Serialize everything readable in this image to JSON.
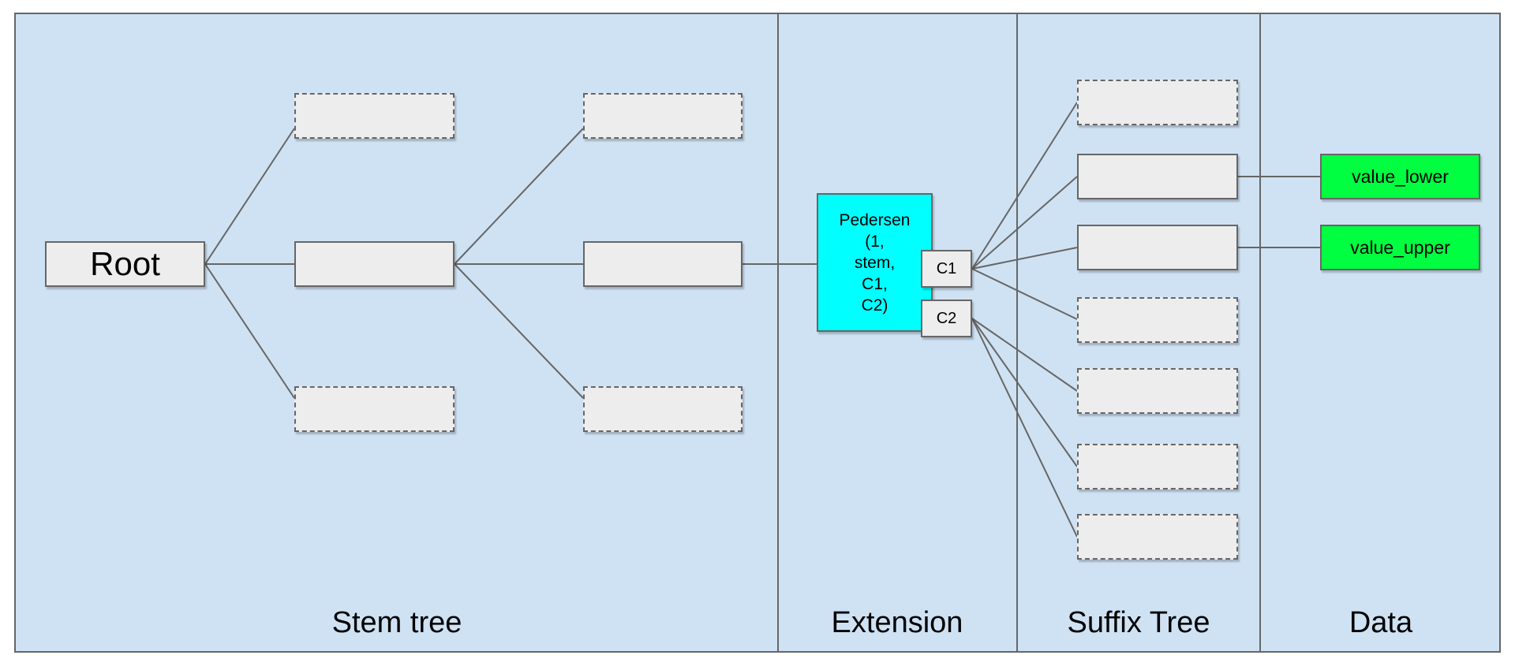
{
  "sections": [
    {
      "label": "Stem tree"
    },
    {
      "label": "Extension"
    },
    {
      "label": "Suffix Tree"
    },
    {
      "label": "Data"
    }
  ],
  "nodes": {
    "root": {
      "label": "Root"
    },
    "pedersen": {
      "label": "Pedersen (1, stem, C1, C2)",
      "lines": [
        "Pedersen",
        "(1,",
        "stem,",
        "C1,",
        "C2)"
      ]
    },
    "c1": {
      "label": "C1"
    },
    "c2": {
      "label": "C2"
    },
    "value_lower": {
      "label": "value_lower"
    },
    "value_upper": {
      "label": "value_upper"
    }
  },
  "colors": {
    "canvas_bg": "#ffffff",
    "panel_fill": "#cfe2f3",
    "node_fill": "#ededed",
    "node_border": "#666666",
    "extension_fill": "#00ffff",
    "data_fill": "#00ff40",
    "line": "#666666",
    "text": "#000000"
  }
}
